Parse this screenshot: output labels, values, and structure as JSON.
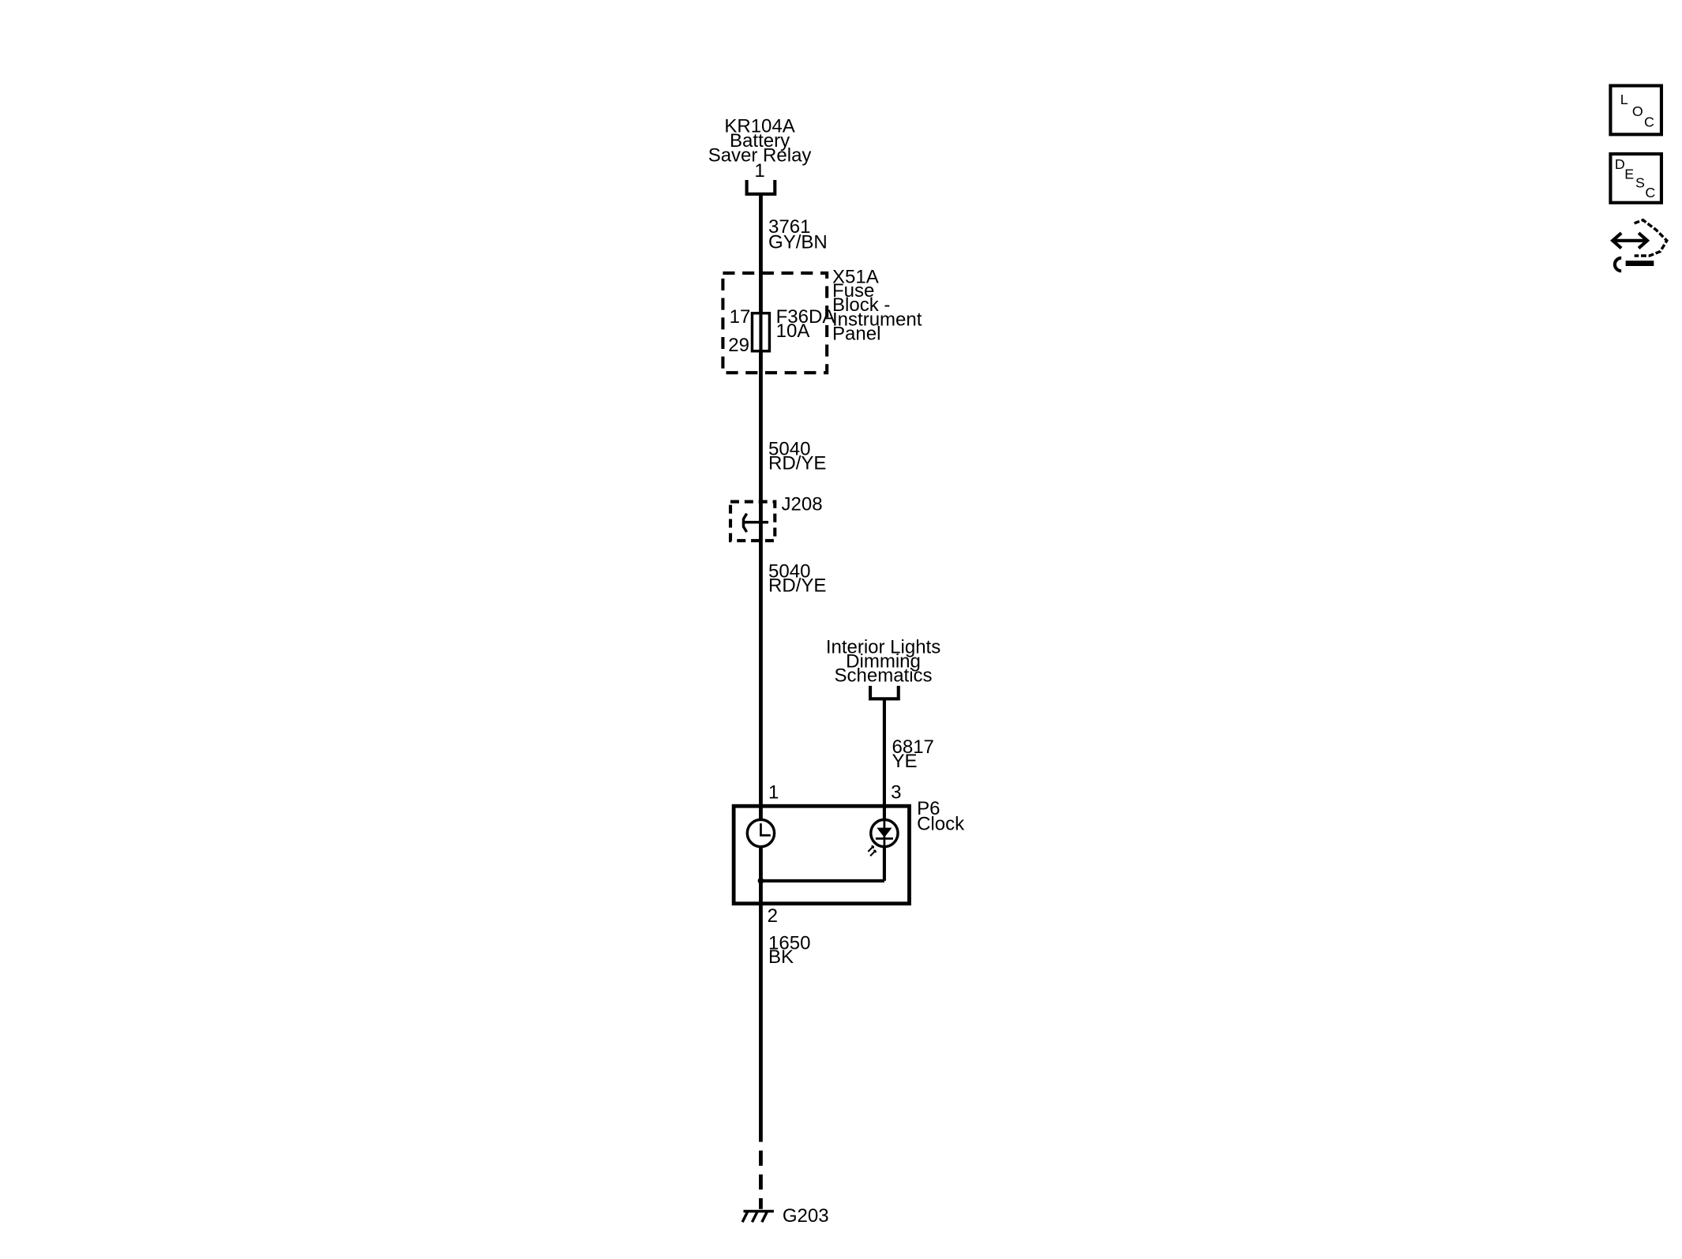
{
  "relay": {
    "line1": "KR104A",
    "line2": "Battery",
    "line3": "Saver Relay",
    "pin": "1"
  },
  "wire_3761": {
    "circuit": "3761",
    "color": "GY/BN"
  },
  "fuse_block": {
    "line1": "X51A",
    "line2": "Fuse",
    "line3": "Block -",
    "line4": "Instrument",
    "line5": "Panel",
    "pin_in": "17",
    "pin_out": "29",
    "fuse_name": "F36DA",
    "fuse_rating": "10A"
  },
  "wire_5040_upper": {
    "circuit": "5040",
    "color": "RD/YE"
  },
  "splice": {
    "name": "J208"
  },
  "wire_5040_lower": {
    "circuit": "5040",
    "color": "RD/YE"
  },
  "dimming_ref": {
    "line1": "Interior Lights",
    "line2": "Dimming",
    "line3": "Schematics"
  },
  "wire_6817": {
    "circuit": "6817",
    "color": "YE"
  },
  "clock": {
    "name": "P6",
    "label": "Clock",
    "pin1": "1",
    "pin3": "3",
    "pin2": "2"
  },
  "wire_1650": {
    "circuit": "1650",
    "color": "BK"
  },
  "ground": {
    "name": "G203"
  },
  "side_icons": {
    "loc": {
      "l": "L",
      "o": "O",
      "c": "C"
    },
    "desc": {
      "d": "D",
      "e": "E",
      "s": "S",
      "c": "C"
    }
  }
}
